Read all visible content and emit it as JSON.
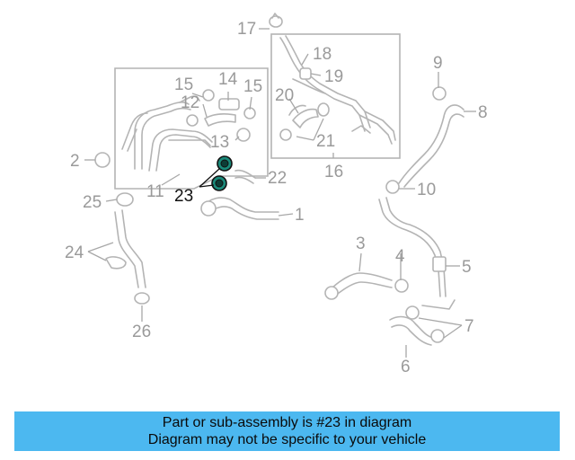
{
  "diagram": {
    "callouts": {
      "c1": "1",
      "c2": "2",
      "c3": "3",
      "c4": "4",
      "c5": "5",
      "c6": "6",
      "c7": "7",
      "c8": "8",
      "c9": "9",
      "c10": "10",
      "c11": "11",
      "c12": "12",
      "c13": "13",
      "c14": "14",
      "c15a": "15",
      "c15b": "15",
      "c16": "16",
      "c17": "17",
      "c18": "18",
      "c19": "19",
      "c20": "20",
      "c21": "21",
      "c22": "22",
      "c23": "23",
      "c24": "24",
      "c25": "25",
      "c26": "26"
    },
    "highlight_color": "#1a8a7a",
    "line_color": "#b4b4b4"
  },
  "banner": {
    "line1": "Part or sub-assembly is #23 in diagram",
    "line2": "Diagram may not be specific to your vehicle",
    "background": "#4cb8f0"
  }
}
